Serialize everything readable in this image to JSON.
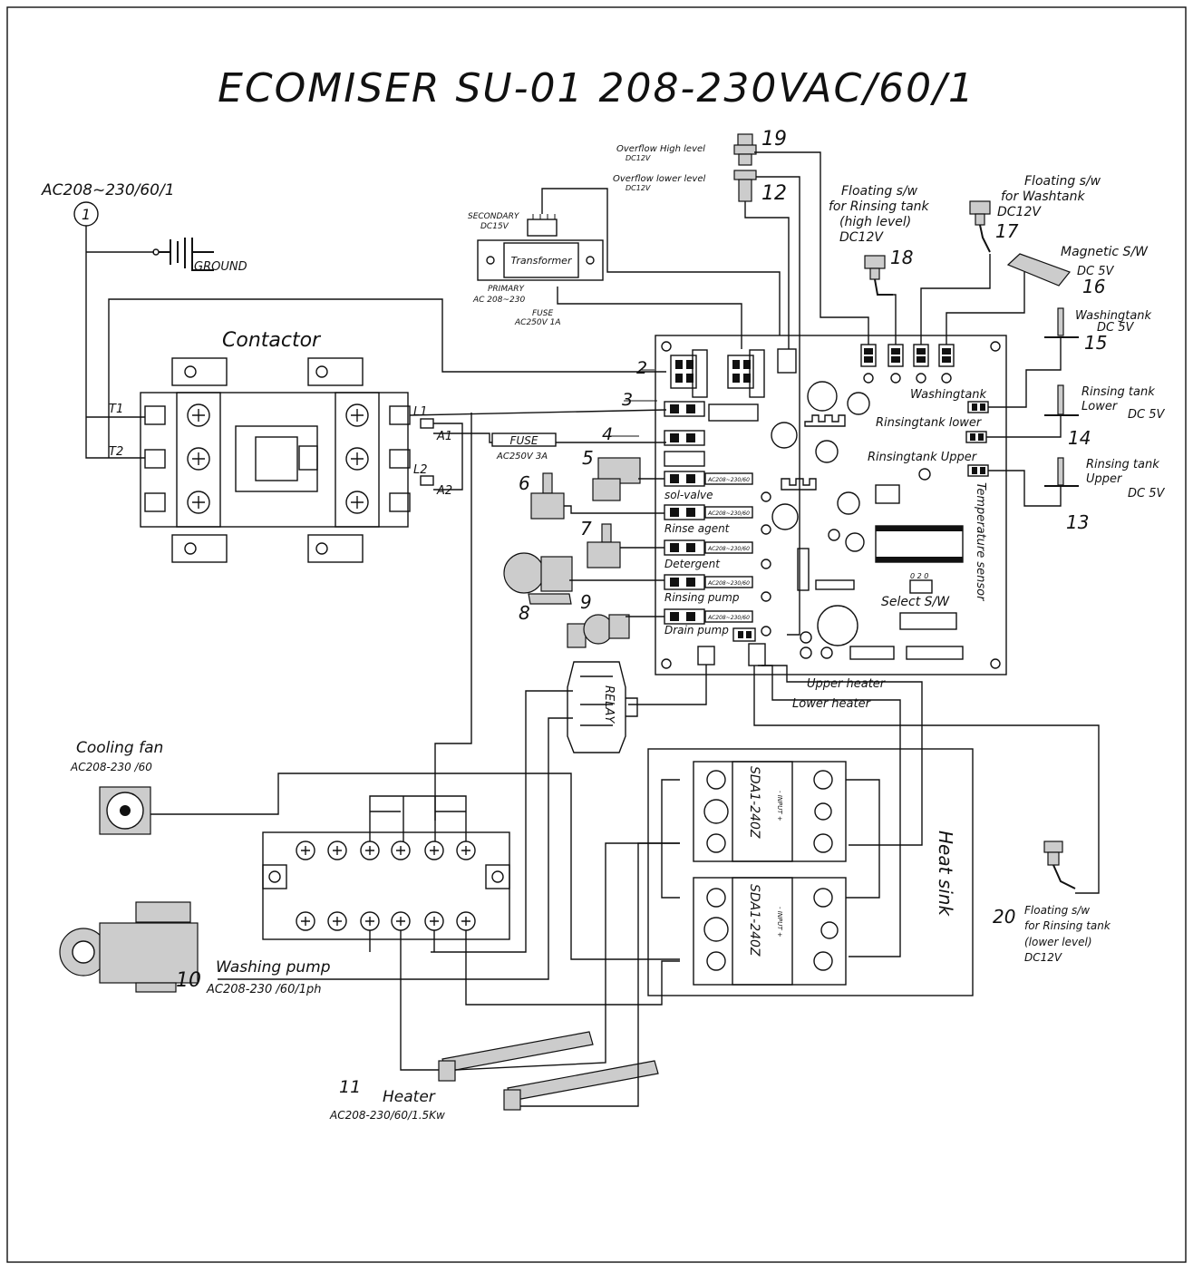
{
  "title": "ECOMISER SU-01 208-230VAC/60/1",
  "power": {
    "label": "AC208~230/60/1",
    "num": "1",
    "ground": "GROUND"
  },
  "transformer": {
    "label": "Transformer",
    "secondary": "SECONDARY",
    "secondary_v": "DC15V",
    "primary": "PRIMARY",
    "primary_v": "AC 208~230",
    "fuse": "FUSE",
    "fuse_v": "AC250V 1A"
  },
  "contactor": {
    "label": "Contactor",
    "t1": "T1",
    "t2": "T2",
    "l1": "L1",
    "a1": "A1",
    "l2": "L2",
    "a2": "A2"
  },
  "fuse_main": {
    "label": "FUSE",
    "rating": "AC250V 3A"
  },
  "numbers": {
    "n2": "2",
    "n3": "3",
    "n4": "4",
    "n5": "5",
    "n6": "6",
    "n7": "7",
    "n8": "8",
    "n9": "9",
    "n10": "10",
    "n11": "11",
    "n12": "12",
    "n13": "13",
    "n14": "14",
    "n15": "15",
    "n16": "16",
    "n17": "17",
    "n18": "18",
    "n19": "19",
    "n20": "20"
  },
  "sensors": {
    "overflow_high": "Overflow High level",
    "overflow_high_v": "DC12V",
    "overflow_low": "Overflow lower level",
    "overflow_low_v": "DC12V",
    "float_rinse_1": "Floating s/w",
    "float_rinse_2": "for Rinsing tank",
    "float_rinse_3": "(high level)",
    "float_rinse_v": "DC12V",
    "float_wash_1": "Floating s/w",
    "float_wash_2": "for Washtank",
    "float_wash_v": "DC12V",
    "magnetic": "Magnetic S/W",
    "magnetic_v": "DC 5V",
    "wash_temp": "Washingtank",
    "wash_temp_v": "DC 5V",
    "rinse_lower_1": "Rinsing tank",
    "rinse_lower_2": "Lower",
    "rinse_lower_v": "DC 5V",
    "rinse_upper_1": "Rinsing tank",
    "rinse_upper_2": "Upper",
    "rinse_upper_v": "DC 5V",
    "float_low_1": "Floating s/w",
    "float_low_2": "for Rinsing tank",
    "float_low_3": "(lower level)",
    "float_low_v": "DC12V"
  },
  "board": {
    "washingtank": "Washingtank",
    "rinsing_lower": "Rinsingtank lower",
    "rinsing_upper": "Rinsingtank Upper",
    "temp_sensor": "Temperature sensor",
    "select": "Select S/W",
    "sel_small": "0 2 0",
    "conn_rating": "AC208~230/60"
  },
  "outputs": {
    "sol": "sol-valve",
    "rinse": "Rinse agent",
    "detergent": "Detergent",
    "rinsing_pump": "Rinsing pump",
    "drain": "Drain pump"
  },
  "heaters": {
    "upper": "Upper heater",
    "lower": "Lower heater"
  },
  "relay": "RELAY",
  "fan": {
    "label": "Cooling fan",
    "v": "AC208-230 /60"
  },
  "pump": {
    "label": "Washing pump",
    "v": "AC208-230 /60/1ph"
  },
  "heater": {
    "label": "Heater",
    "v": "AC208-230/60/1.5Kw"
  },
  "heat_sink": "Heat sink",
  "ssr": {
    "model": "SDA1-240Z",
    "input": "- INPUT +"
  }
}
